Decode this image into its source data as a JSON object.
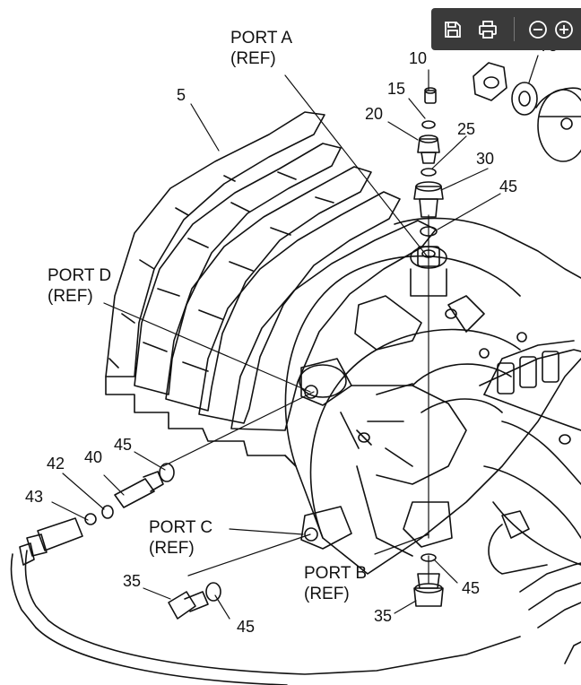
{
  "toolbar": {
    "accent": "#3a3a3a",
    "icons": [
      "save-icon",
      "print-icon",
      "zoom-out-icon",
      "zoom-in-icon"
    ]
  },
  "ports": {
    "a": {
      "name": "PORT A",
      "ref": "(REF)"
    },
    "b": {
      "name": "PORT B",
      "ref": "(REF)"
    },
    "c": {
      "name": "PORT C",
      "ref": "(REF)"
    },
    "d": {
      "name": "PORT D",
      "ref": "(REF)"
    }
  },
  "callouts": {
    "c5": "5",
    "c10": "10",
    "c15": "15",
    "c20": "20",
    "c25": "25",
    "c30": "30",
    "c45_top": "45",
    "c75": "75",
    "c45_left": "45",
    "c40": "40",
    "c42": "42",
    "c43": "43",
    "c35_left": "35",
    "c45_bottom_left": "45",
    "c45_bottom_right": "45",
    "c35_right": "35"
  }
}
